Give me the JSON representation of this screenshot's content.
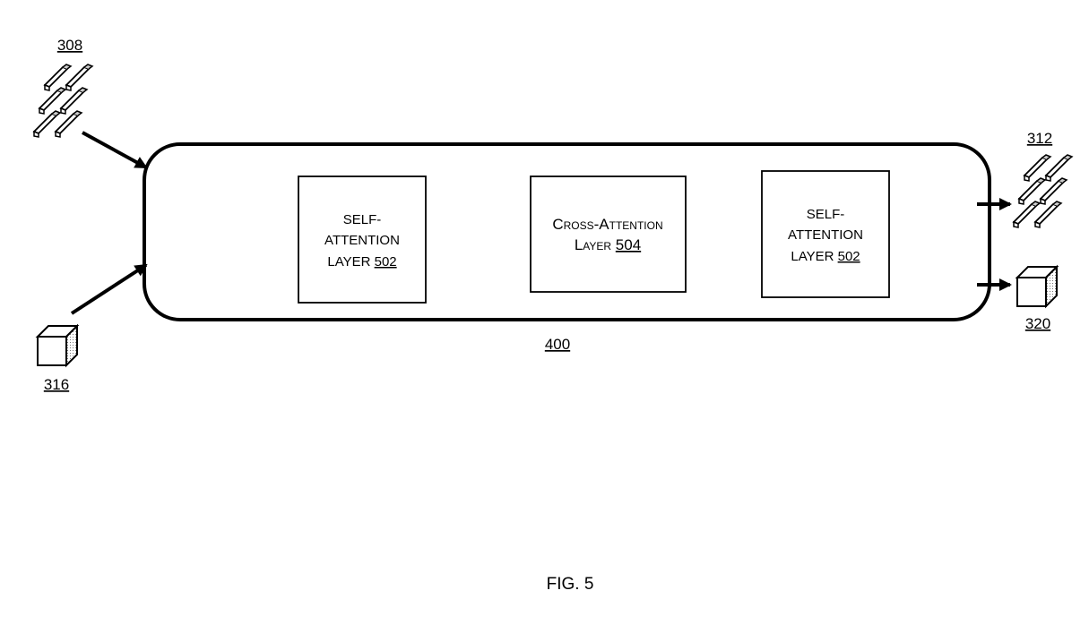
{
  "labels": {
    "input_tokens": "308",
    "input_cube": "316",
    "output_tokens": "312",
    "output_cube": "320",
    "block": "400"
  },
  "layers": [
    {
      "line1": "SELF-",
      "line2": "ATTENTION",
      "line3": "LAYER ",
      "ref": "502"
    },
    {
      "line1": "Cross-Attention",
      "line2": "Layer ",
      "ref": "504"
    },
    {
      "line1": "SELF-",
      "line2": "ATTENTION",
      "line3": "LAYER ",
      "ref": "502"
    }
  ],
  "caption": "FIG. 5"
}
